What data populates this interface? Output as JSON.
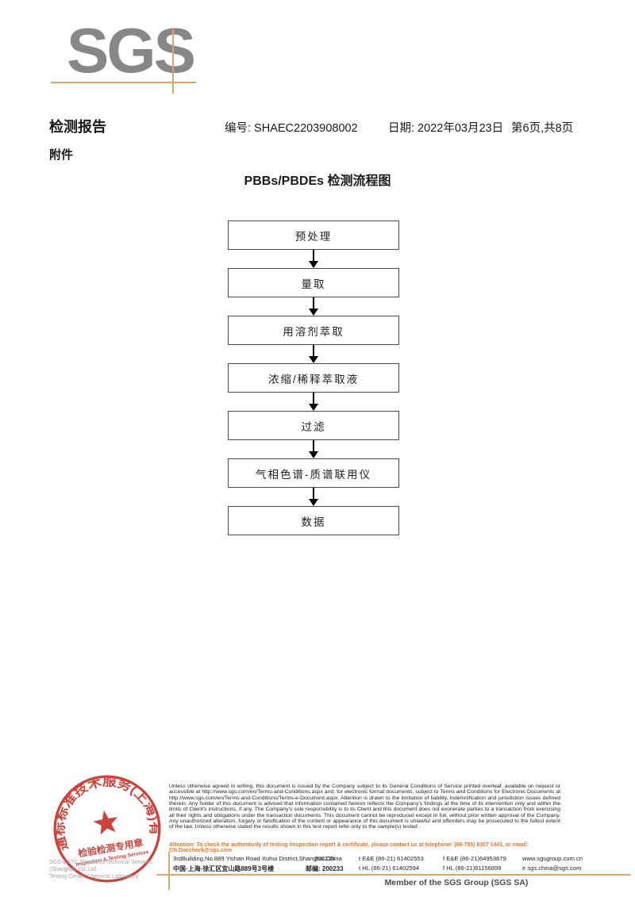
{
  "logo": {
    "text": "SGS"
  },
  "header": {
    "report_title": "检测报告",
    "report_no": "编号: SHAEC2203908002",
    "date": "日期: 2022年03月23日",
    "page_info": "第6页,共8页",
    "attachment_label": "附件"
  },
  "flowchart": {
    "title": "PBBs/PBDEs 检测流程图",
    "steps": [
      "预处理",
      "量取",
      "用溶剂萃取",
      "浓缩/稀释萃取液",
      "过滤",
      "气相色谱-质谱联用仪",
      "数据"
    ]
  },
  "footer": {
    "legal_text": "Unless otherwise agreed in writing, this document is issued by the Company subject to its General Conditions of Service printed overleaf, available on request or accessible at http://www.sgs.com/en/Terms-and-Conditions.aspx and, for electronic format documents, subject to Terms and Conditions for Electronic Documents at http://www.sgs.com/en/Terms-and-Conditions/Terms-e-Document.aspx. Attention is drawn to the limitation of liability, indemnification and jurisdiction issues defined therein. Any holder of this document is advised that information contained hereon reflects the Company's findings at the time of its intervention only and within the limits of Client's instructions, if any. The Company's sole responsibility is to its Client and this document does not exonerate parties to a transaction from exercising all their rights and obligations under the transaction documents. This document cannot be reproduced except in full, without prior written approval of the Company. Any unauthorized alteration, forgery or falsification of the content or appearance of this document is unlawful and offenders may be prosecuted to the fullest extent of the law. Unless otherwise stated the results shown in this test report refer only to the sample(s) tested .",
    "attention_text": "Attention: To check the authenticity of testing /inspection report & certificate, please contact us at telephone: (86-755) 8307 1443, or email: CN.Doccheck@sgs.com",
    "stamp": {
      "ring_text": "通标标准技术服务(上海)有限公司",
      "inner_cn": "检验检测专用章",
      "inner_en": "Inspection & Testing Services"
    },
    "company_line1": "SGS-CSTC Standards Technical Services (Shanghai) Co.,Ltd.",
    "company_line2": "Testing Center-Chemical Laboratory.",
    "address_en": "3rdBuilding,No.889 Yishan Road Xuhui District,Shanghai China",
    "postcode_en": "200233",
    "tel_en": "t E&E (86-21) 61402553",
    "fax_en": "f E&E (86-21)64953679",
    "website": "www.sgsgroup.com.cn",
    "address_cn": "中国·上海·徐汇区宜山路889号3号楼",
    "postcode_cn": "邮编: 200233",
    "tel_cn": "t HL (86-21) 61402594",
    "fax_cn": "f HL (86-21)61156899",
    "email": "e  sgs.china@sgs.com",
    "member_text": "Member of the SGS Group (SGS SA)"
  },
  "colors": {
    "accent_orange": "#e0a668",
    "stamp_red": "#c5352c",
    "logo_gray": "#878787",
    "attention_orange": "#e2762d"
  }
}
